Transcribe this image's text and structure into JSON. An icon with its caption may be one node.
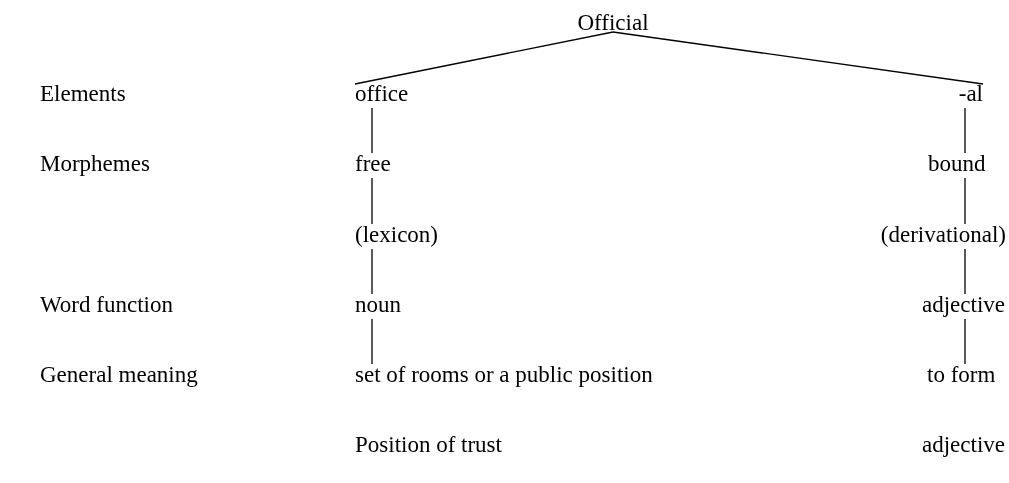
{
  "diagram": {
    "nodes": [
      {
        "text": [
          "Official"
        ]
      },
      {
        "text": [
          "office"
        ]
      },
      {
        "text": [
          "-al"
        ]
      },
      {
        "text": [
          "free"
        ]
      },
      {
        "text": [
          "bound"
        ]
      },
      {
        "text": [
          "(lexicon)"
        ]
      },
      {
        "text": [
          "(derivational)"
        ]
      },
      {
        "text": [
          "noun"
        ]
      },
      {
        "text": [
          "adjective"
        ]
      },
      {
        "text": [
          "set of rooms or a public position"
        ]
      },
      {
        "text": [
          "to form"
        ]
      },
      {
        "text": [
          "Position of trust"
        ]
      },
      {
        "text": [
          "adjective"
        ]
      }
    ],
    "edges": [
      {
        "from": 0,
        "to": 1,
        "arrow": "none"
      },
      {
        "from": 0,
        "to": 2,
        "arrow": "none"
      },
      {
        "from": 1,
        "to": 3,
        "arrow": "none"
      },
      {
        "from": 3,
        "to": 5,
        "arrow": "none"
      },
      {
        "from": 5,
        "to": 7,
        "arrow": "none"
      },
      {
        "from": 7,
        "to": 9,
        "arrow": "none"
      },
      {
        "from": 2,
        "to": 4,
        "arrow": "none"
      },
      {
        "from": 4,
        "to": 6,
        "arrow": "none"
      },
      {
        "from": 6,
        "to": 8,
        "arrow": "none"
      },
      {
        "from": 8,
        "to": 10,
        "arrow": "none"
      }
    ],
    "labels": [
      "Elements",
      "Morphemes",
      "Word function",
      "General meaning"
    ]
  }
}
